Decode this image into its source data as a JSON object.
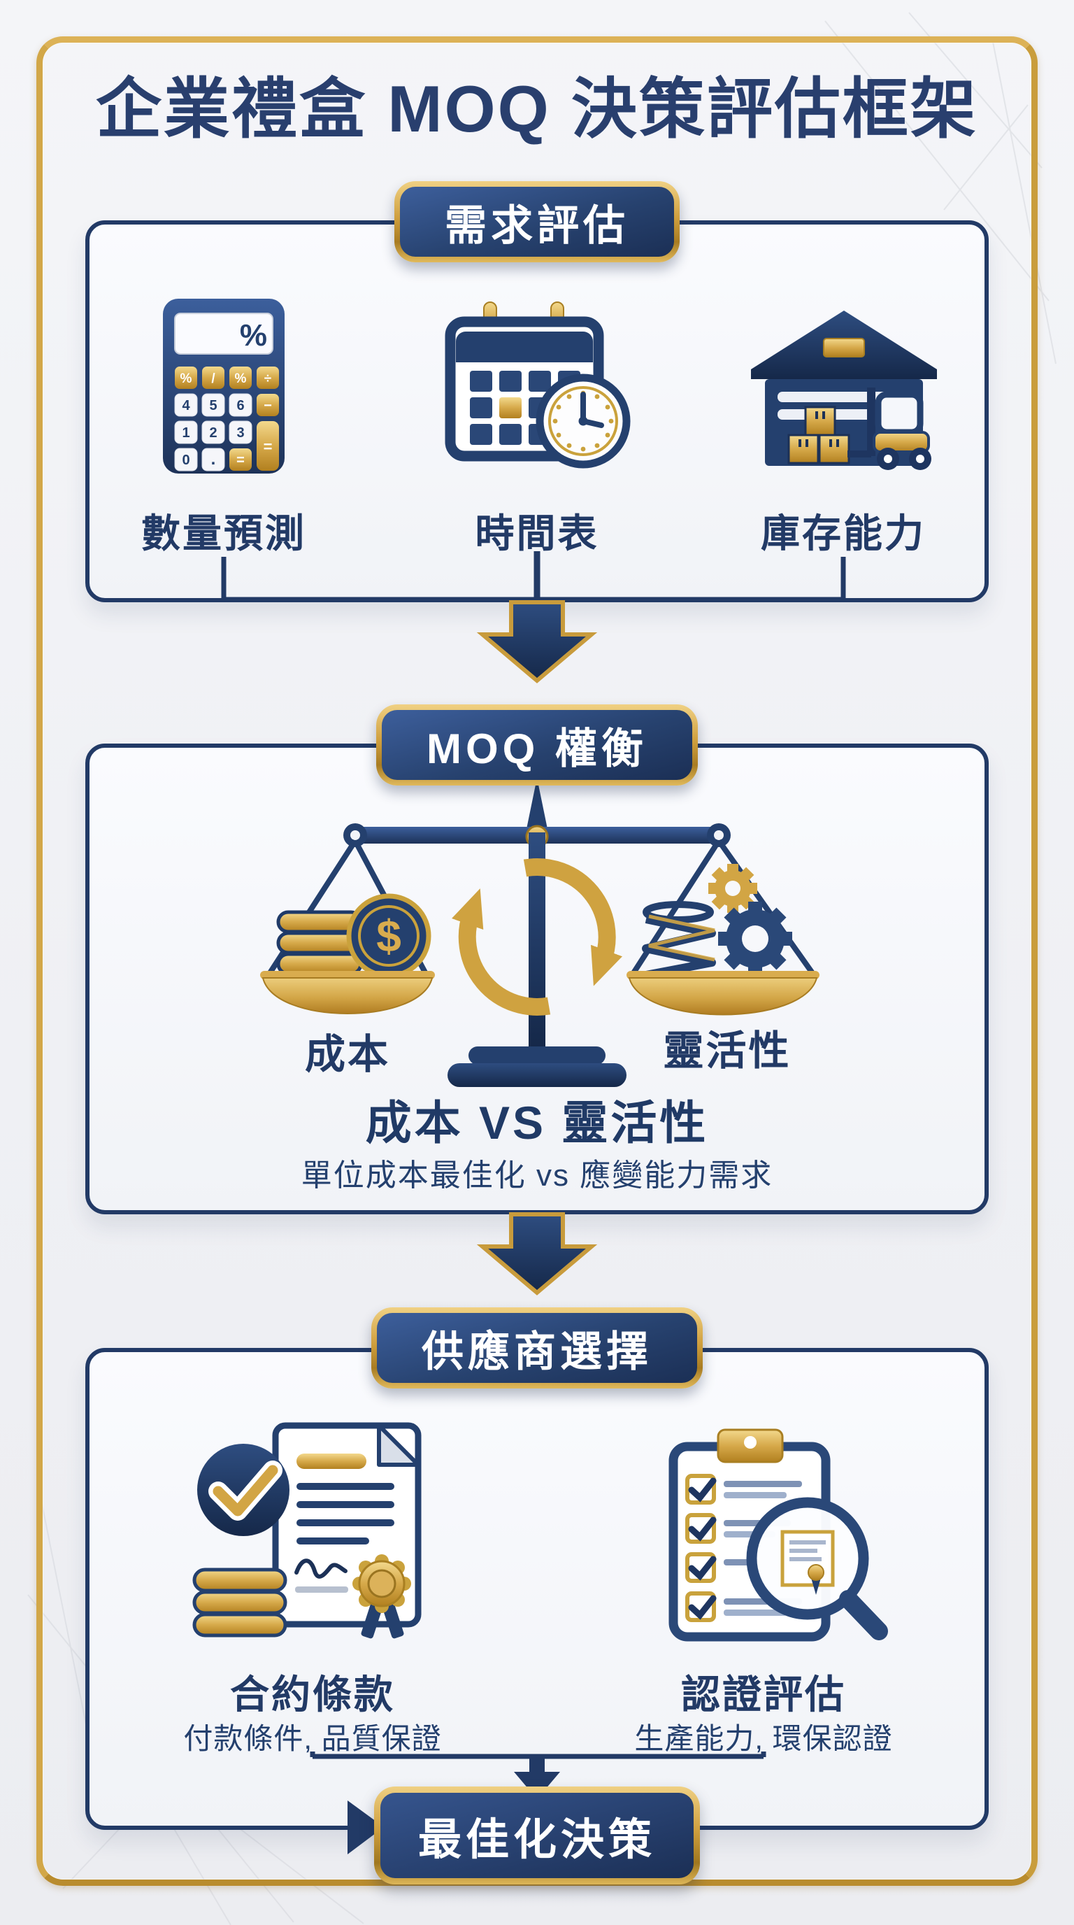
{
  "page": {
    "title": "企業禮盒 MOQ 決策評估框架"
  },
  "colors": {
    "navy": "#24406e",
    "navy_deep": "#16294d",
    "gold": "#c8992f",
    "gold_light": "#ecd08a",
    "background": "#f0f1f4",
    "panel_fill": "#f8f9fc",
    "white": "#ffffff"
  },
  "flow": {
    "sections": [
      {
        "id": "demand-assessment",
        "header": "需求評估",
        "items": [
          {
            "icon": "calculator-icon",
            "label": "數量預測"
          },
          {
            "icon": "calendar-clock-icon",
            "label": "時間表"
          },
          {
            "icon": "warehouse-forklift-icon",
            "label": "庫存能力"
          }
        ]
      },
      {
        "id": "moq-tradeoff",
        "header": "MOQ 權衡",
        "scale": {
          "left_label": "成本",
          "right_label": "靈活性"
        },
        "heading": "成本 VS 靈活性",
        "subheading": "單位成本最佳化 vs 應變能力需求"
      },
      {
        "id": "supplier-selection",
        "header": "供應商選擇",
        "items": [
          {
            "icon": "contract-seal-icon",
            "label": "合約條款",
            "sublabel": "付款條件, 品質保證"
          },
          {
            "icon": "checklist-magnifier-icon",
            "label": "認證評估",
            "sublabel": "生產能力, 環保認證"
          }
        ]
      }
    ],
    "result_label": "最佳化決策"
  },
  "icons": {
    "calculator": {
      "display_symbol": "%",
      "buttons": [
        "%",
        "/",
        "%",
        "÷",
        "4",
        "5",
        "6",
        "−",
        "1",
        "2",
        "3",
        "=",
        "0",
        ".",
        "="
      ]
    },
    "cost_coin": {
      "symbol": "$"
    }
  }
}
